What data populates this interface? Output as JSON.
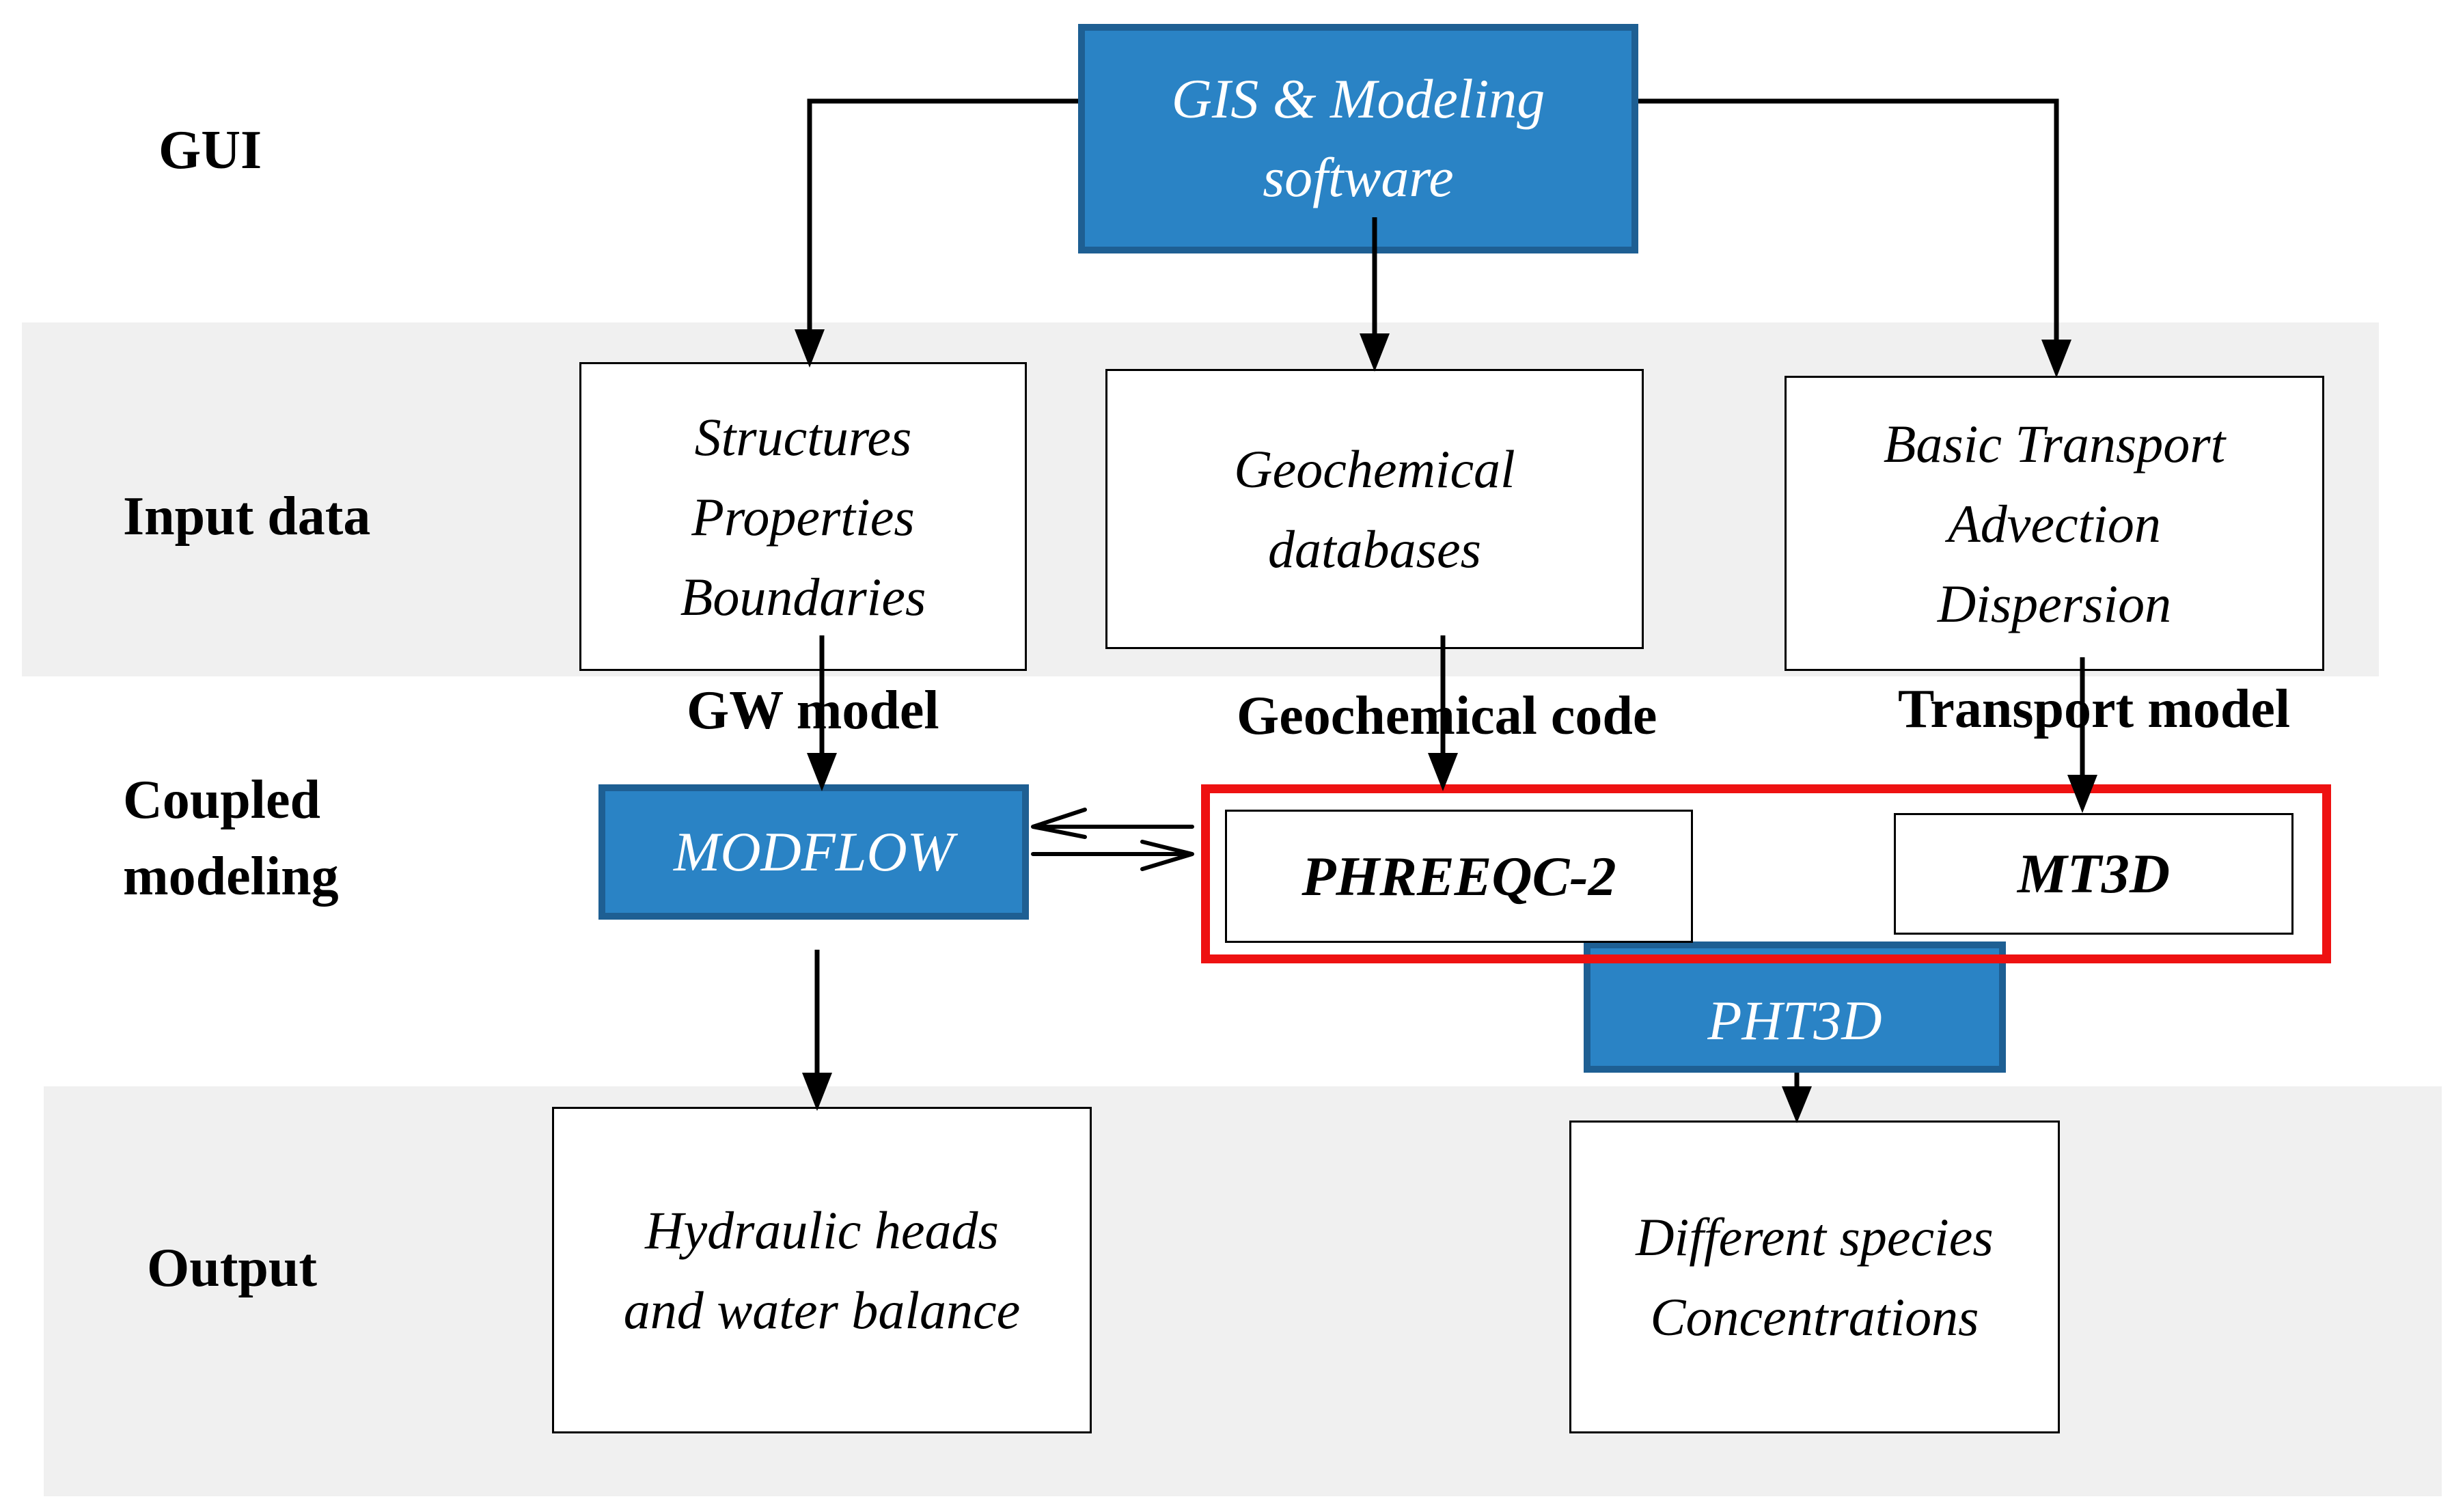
{
  "rows": {
    "gui": "GUI",
    "input": "Input data",
    "coupled_line1": "Coupled",
    "coupled_line2": "modeling",
    "output": "Output"
  },
  "gis": {
    "line1": "GIS & Modeling",
    "line2": "software"
  },
  "inputs": {
    "structures": [
      "Structures",
      "Properties",
      "Boundaries"
    ],
    "geochemical": [
      "Geochemical",
      "databases"
    ],
    "transport": [
      "Basic Transport",
      "Advection",
      "Dispersion"
    ]
  },
  "model_labels": {
    "gw": "GW model",
    "geochem": "Geochemical code",
    "transport": "Transport model"
  },
  "models": {
    "modflow": "MODFLOW",
    "phreeqc": "PHREEQC-2",
    "mt3d": "MT3D",
    "pht3d": "PHT3D"
  },
  "outputs": {
    "hydraulic": [
      "Hydraulic heads",
      "and water balance"
    ],
    "species": [
      "Different species",
      "Concentrations"
    ]
  },
  "colors": {
    "software_box_fill": "#2a83c5",
    "software_box_border": "#1e5f93",
    "coupling_frame": "#ee1111",
    "band": "#f0f0f0"
  }
}
